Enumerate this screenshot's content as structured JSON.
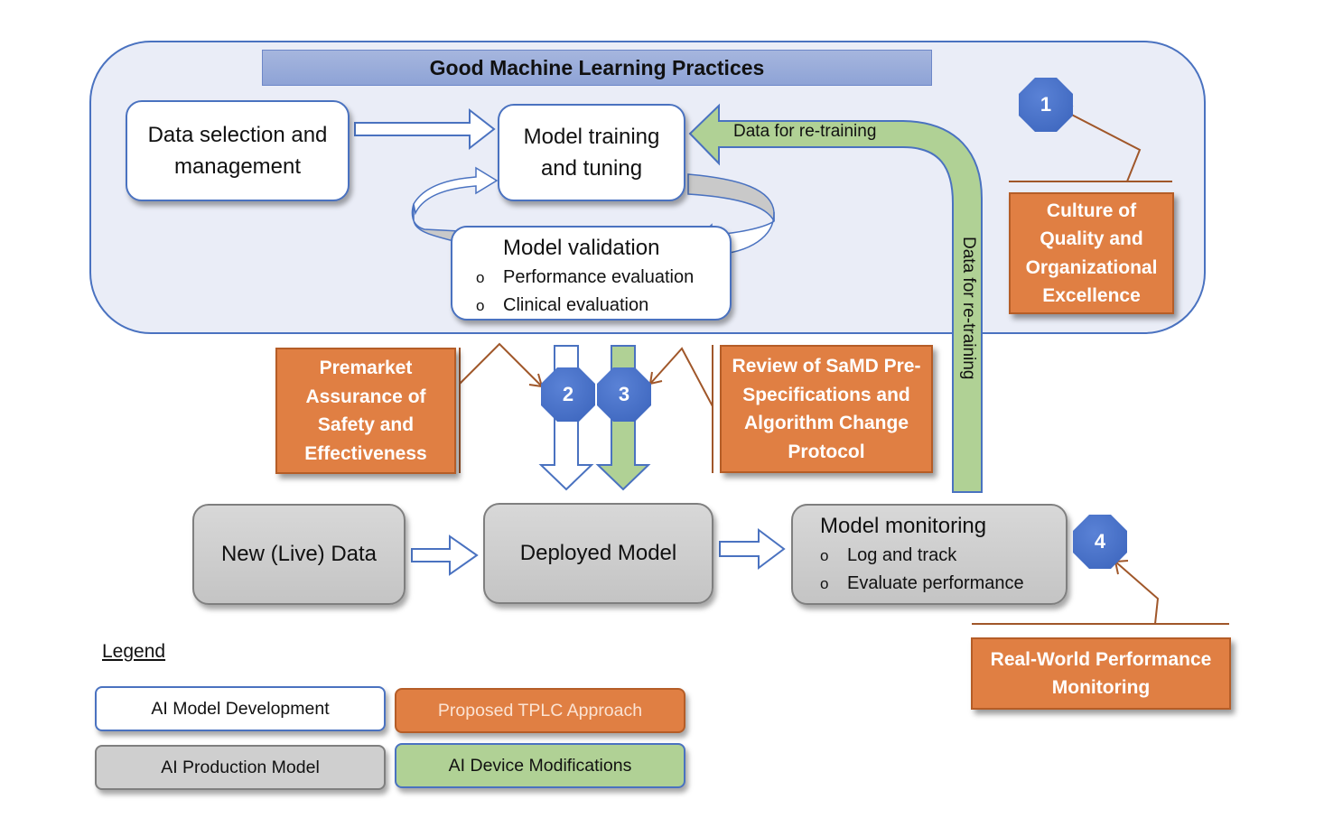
{
  "gmlp": {
    "title": "Good Machine Learning Practices"
  },
  "nodes": {
    "data_selection": "Data selection and management",
    "data_selection_line1": "Data selection and",
    "data_selection_line2": "management",
    "model_training_line1": "Model training",
    "model_training_line2": "and tuning",
    "model_validation": {
      "title": "Model validation",
      "items": [
        "Performance evaluation",
        "Clinical evaluation"
      ]
    },
    "new_live_data": "New (Live) Data",
    "deployed_model": "Deployed Model",
    "model_monitoring": {
      "title": "Model monitoring",
      "items": [
        "Log and track",
        "Evaluate performance"
      ]
    }
  },
  "retraining": {
    "horizontal_label": "Data for re-training",
    "vertical_label": "Data for re-training"
  },
  "tplc_boxes": {
    "culture": "Culture of Quality and Organizational Excellence",
    "premarket": "Premarket Assurance of Safety and Effectiveness",
    "review": "Review of SaMD Pre-Specifications and Algorithm Change Protocol",
    "real_world": "Real-World Performance Monitoring"
  },
  "badges": [
    "1",
    "2",
    "3",
    "4"
  ],
  "legend": {
    "title": "Legend",
    "items": [
      {
        "label": "AI Model Development",
        "fill": "#ffffff",
        "border": "#4a72c0",
        "text": "#111111"
      },
      {
        "label": "Proposed TPLC Approach",
        "fill": "#e07f43",
        "border": "#b55d27",
        "text": "#fbe3d3"
      },
      {
        "label": "AI Production Model",
        "fill": "#cfcfcf",
        "border": "#7f7f7f",
        "text": "#111111"
      },
      {
        "label": "AI Device Modifications",
        "fill": "#b0d195",
        "border": "#4a72c0",
        "text": "#111111"
      }
    ]
  },
  "colors": {
    "blue_outline": "#4a72c0",
    "green_fill": "#b0d195",
    "orange_fill": "#e07f43",
    "brown_connector": "#a0572a",
    "badge_blue": "#4068c0",
    "panel_bg": "#eaedf7"
  }
}
